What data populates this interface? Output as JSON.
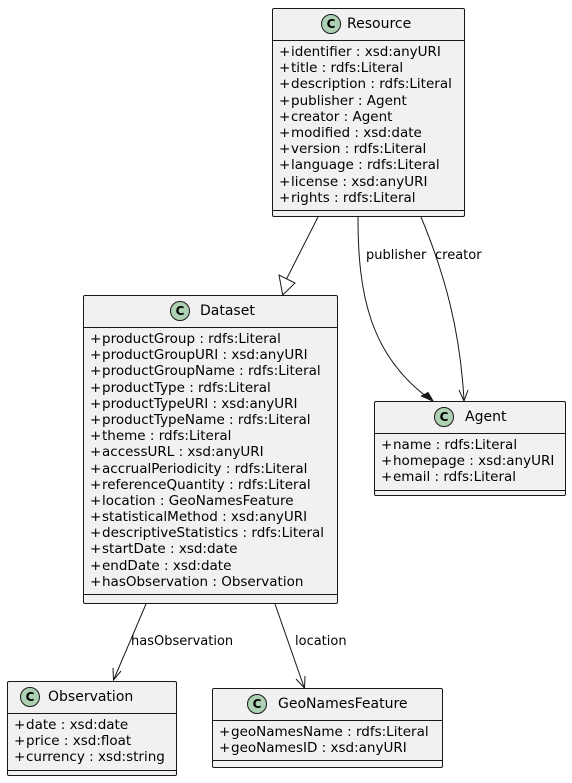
{
  "classes": {
    "resource": {
      "name": "Resource",
      "stereotype": "C",
      "attributes": [
        "identifier : xsd:anyURI",
        "title : rdfs:Literal",
        "description : rdfs:Literal",
        "publisher : Agent",
        "creator : Agent",
        "modified : xsd:date",
        "version : rdfs:Literal",
        "language : rdfs:Literal",
        "license : xsd:anyURI",
        "rights : rdfs:Literal"
      ]
    },
    "dataset": {
      "name": "Dataset",
      "stereotype": "C",
      "attributes": [
        "productGroup : rdfs:Literal",
        "productGroupURI : xsd:anyURI",
        "productGroupName : rdfs:Literal",
        "productType : rdfs:Literal",
        "productTypeURI : xsd:anyURI",
        "productTypeName : rdfs:Literal",
        "theme : rdfs:Literal",
        "accessURL : xsd:anyURI",
        "accrualPeriodicity : rdfs:Literal",
        "referenceQuantity : rdfs:Literal",
        "location : GeoNamesFeature",
        "statisticalMethod : xsd:anyURI",
        "descriptiveStatistics : rdfs:Literal",
        "startDate : xsd:date",
        "endDate : xsd:date",
        "hasObservation : Observation"
      ]
    },
    "agent": {
      "name": "Agent",
      "stereotype": "C",
      "attributes": [
        "name : rdfs:Literal",
        "homepage : xsd:anyURI",
        "email : rdfs:Literal"
      ]
    },
    "observation": {
      "name": "Observation",
      "stereotype": "C",
      "attributes": [
        "date : xsd:date",
        "price : xsd:float",
        "currency : xsd:string"
      ]
    },
    "geonames": {
      "name": "GeoNamesFeature",
      "stereotype": "C",
      "attributes": [
        "geoNamesName : rdfs:Literal",
        "geoNamesID : xsd:anyURI"
      ]
    }
  },
  "visibility_marker": "+",
  "relations": {
    "publisher": "publisher",
    "creator": "creator",
    "hasObservation": "hasObservation",
    "location": "location"
  },
  "colors": {
    "box_fill": "#f1f1f1",
    "border": "#181818",
    "class_circle": "#add1b2"
  }
}
